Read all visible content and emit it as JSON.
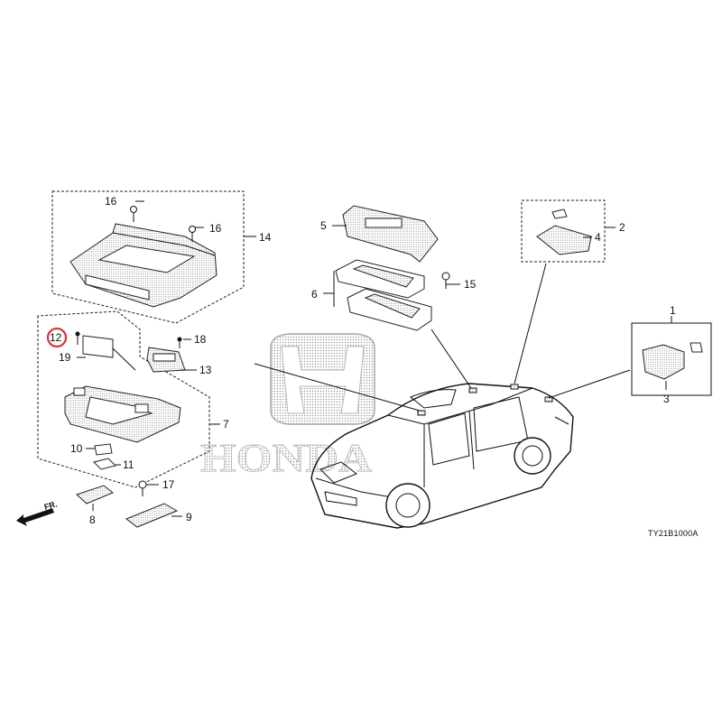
{
  "diagram_code": "TY21B1000A",
  "direction_label": "FR.",
  "watermark_text": "HONDA",
  "highlight_color": "#d9333a",
  "callouts": [
    {
      "id": "c1",
      "label": "1"
    },
    {
      "id": "c2",
      "label": "2"
    },
    {
      "id": "c3",
      "label": "3"
    },
    {
      "id": "c4",
      "label": "4"
    },
    {
      "id": "c5",
      "label": "5"
    },
    {
      "id": "c6",
      "label": "6"
    },
    {
      "id": "c7",
      "label": "7"
    },
    {
      "id": "c8",
      "label": "8"
    },
    {
      "id": "c9",
      "label": "9"
    },
    {
      "id": "c10",
      "label": "10"
    },
    {
      "id": "c11",
      "label": "11"
    },
    {
      "id": "c12",
      "label": "12",
      "highlighted": true
    },
    {
      "id": "c13",
      "label": "13"
    },
    {
      "id": "c14",
      "label": "14"
    },
    {
      "id": "c15",
      "label": "15"
    },
    {
      "id": "c16a",
      "label": "16"
    },
    {
      "id": "c16b",
      "label": "16"
    },
    {
      "id": "c17",
      "label": "17"
    },
    {
      "id": "c18",
      "label": "18"
    },
    {
      "id": "c19",
      "label": "19"
    }
  ]
}
